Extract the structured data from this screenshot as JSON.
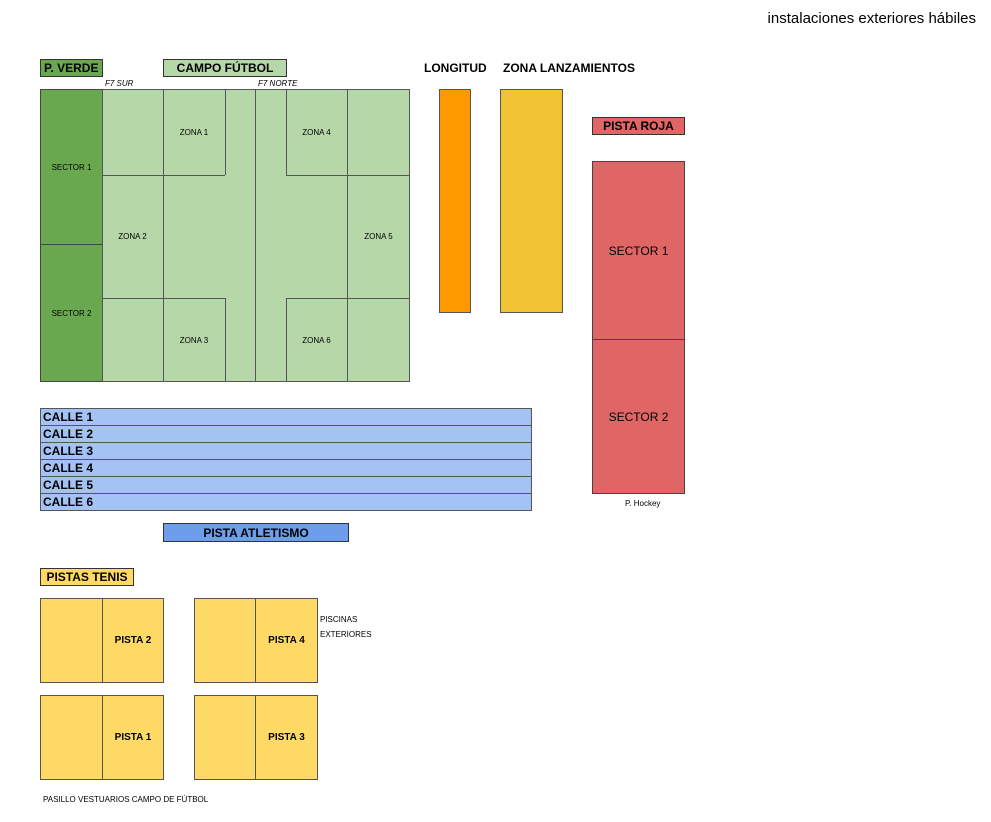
{
  "header": {
    "title": "instalaciones exteriores hábiles"
  },
  "labels": {
    "p_verde": "P. VERDE",
    "campo_futbol": "CAMPO FÚTBOL",
    "longitud": "LONGITUD",
    "zona_lanzamientos": "ZONA LANZAMIENTOS",
    "pista_roja": "PISTA ROJA",
    "pista_atletismo": "PISTA ATLETISMO",
    "pistas_tenis": "PISTAS TENIS",
    "f7_sur": "F7 SUR",
    "f7_norte": "F7 NORTE",
    "p_hockey": "P. Hockey",
    "piscinas": "PISCINAS",
    "exteriores": "EXTERIORES",
    "pasillo": "PASILLO VESTUARIOS CAMPO DE FÚTBOL"
  },
  "p_verde_sectors": [
    "SECTOR 1",
    "SECTOR 2"
  ],
  "futbol_zones": [
    "ZONA 1",
    "ZONA 2",
    "ZONA 3",
    "ZONA 4",
    "ZONA 5",
    "ZONA 6"
  ],
  "calles": [
    "CALLE 1",
    "CALLE 2",
    "CALLE 3",
    "CALLE 4",
    "CALLE 5",
    "CALLE 6"
  ],
  "pista_roja_sectors": [
    "SECTOR 1",
    "SECTOR 2"
  ],
  "tenis_courts": [
    "PISTA 2",
    "PISTA 4",
    "PISTA 1",
    "PISTA 3"
  ],
  "colors": {
    "p_verde": "#6aa84f",
    "campo_futbol": "#b6d7a8",
    "longitud": "#ff9900",
    "zona_lanzamientos": "#f1c232",
    "pista_roja": "#e06666",
    "calles": "#a4c2f4",
    "pista_atletismo": "#6d9eeb",
    "tenis": "#ffd966"
  }
}
